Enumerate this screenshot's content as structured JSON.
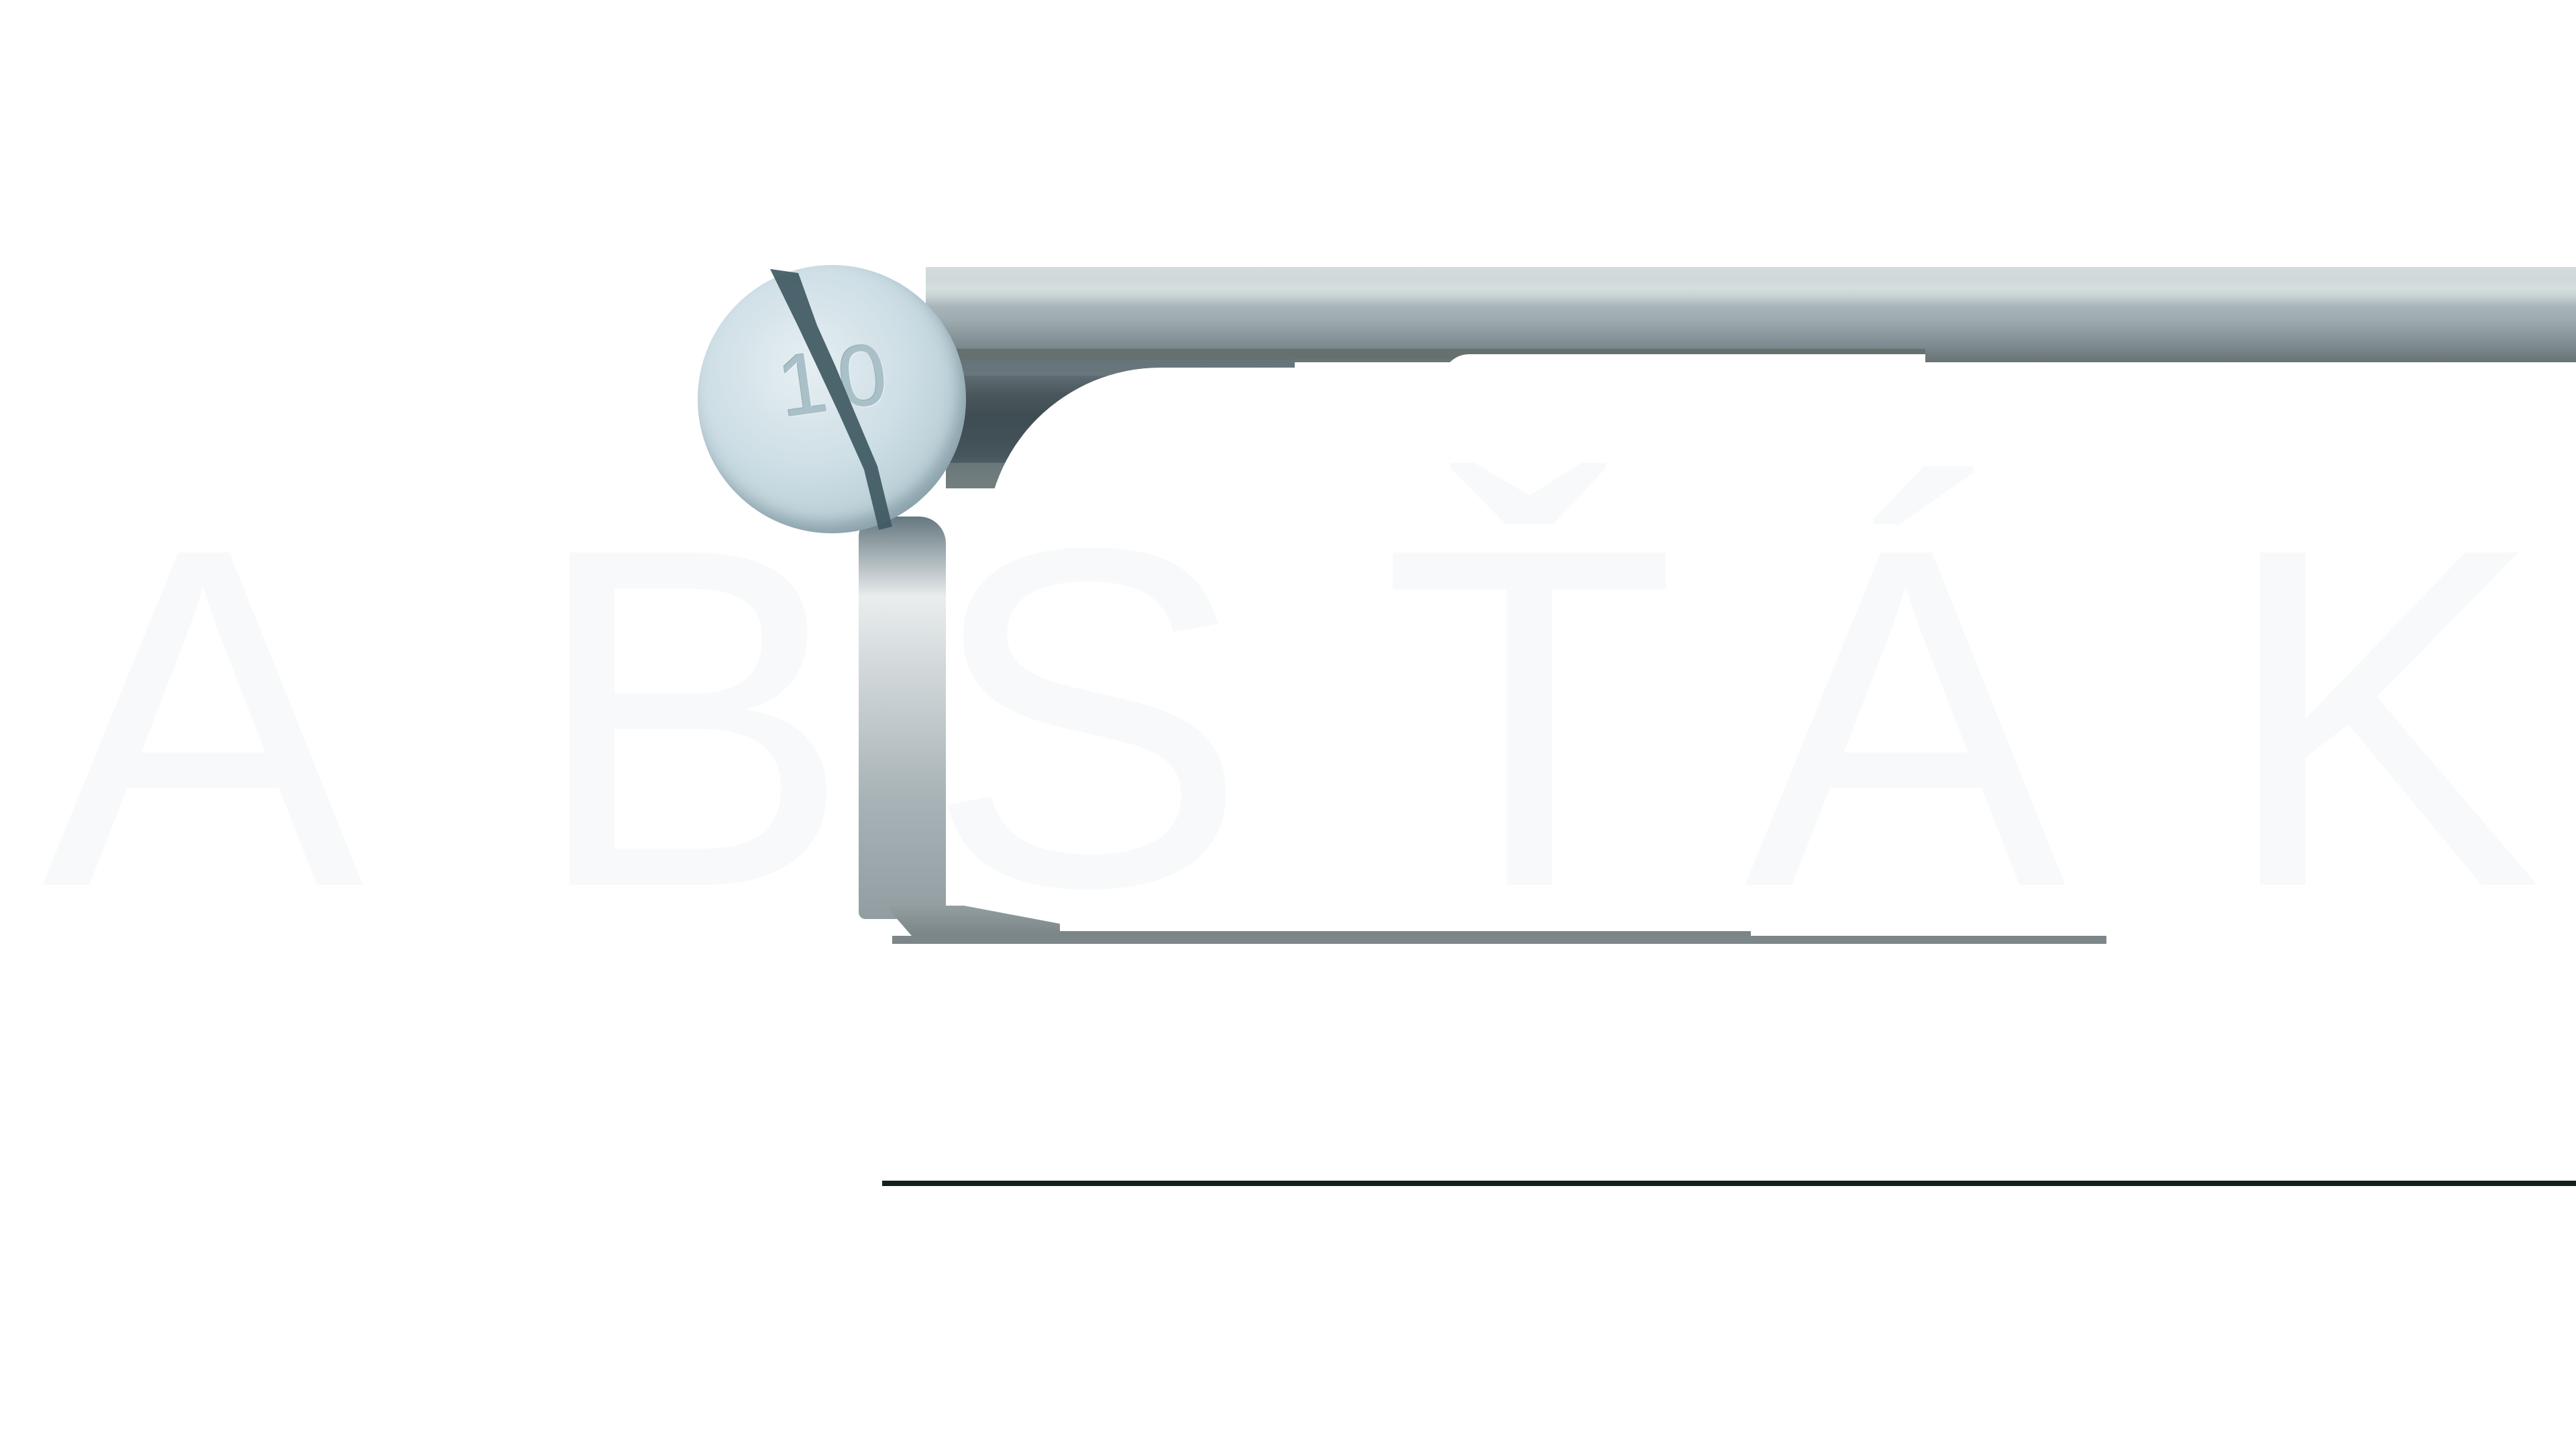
{
  "title": {
    "text": "ABSŤÁK",
    "letters": [
      "A",
      "B",
      "S",
      "Ť",
      "Á",
      "K"
    ],
    "letter_color": "#f7f9fa"
  },
  "pill": {
    "label": "10",
    "color": "#cddee5",
    "crack_color": "#3f5962"
  },
  "colors": {
    "background": "#ffffff",
    "band_light": "#d3dcdc",
    "band_mid": "#8e9b9f",
    "band_dark": "#3f4d53",
    "rule": "#161f1f"
  }
}
